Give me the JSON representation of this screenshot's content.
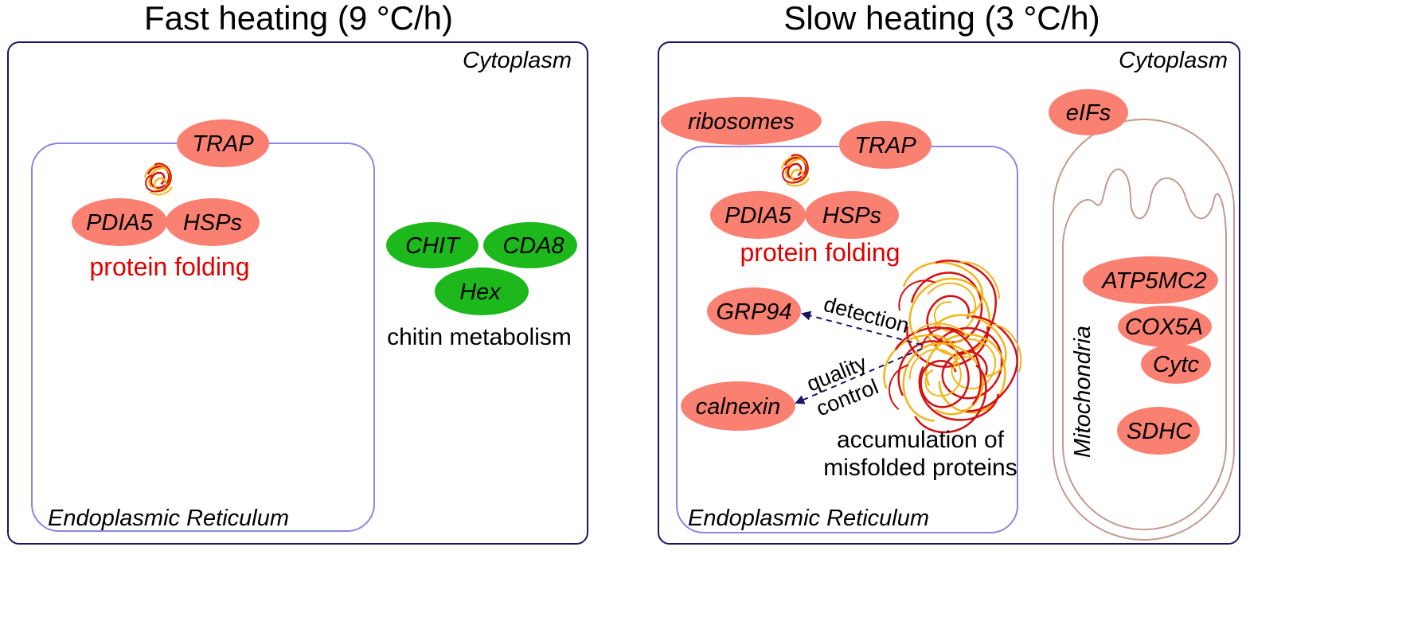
{
  "colors": {
    "protein": "#fa8072",
    "chitin": "#1cb81c",
    "cell_border": "#1b1464",
    "er_border": "#8a86e6",
    "mito_border": "#c49a8f",
    "accent_red": "#e00000",
    "strand_red": "#d41010",
    "strand_yellow": "#f2b51a",
    "arrow": "#1b1464"
  },
  "fast": {
    "title": "Fast heating (9 °C/h)",
    "cytoplasm": "Cytoplasm",
    "er": "Endoplasmic Reticulum",
    "proteins": {
      "trap": "TRAP",
      "pdia5": "PDIA5",
      "hsps": "HSPs"
    },
    "folding": "protein folding",
    "chitin": {
      "chit": "CHIT",
      "cda8": "CDA8",
      "hex": "Hex",
      "label": "chitin metabolism"
    }
  },
  "slow": {
    "title": "Slow heating (3 °C/h)",
    "cytoplasm": "Cytoplasm",
    "er": "Endoplasmic Reticulum",
    "mitochondria": "Mitochondria",
    "proteins": {
      "ribosomes": "ribosomes",
      "trap": "TRAP",
      "eifs": "eIFs",
      "pdia5": "PDIA5",
      "hsps": "HSPs",
      "grp94": "GRP94",
      "calnexin": "calnexin",
      "atp5mc2": "ATP5MC2",
      "cox5a": "COX5A",
      "cytc": "Cytc",
      "sdhc": "SDHC"
    },
    "folding": "protein folding",
    "arrows": {
      "detection": "detection",
      "quality": "quality",
      "control": "control"
    },
    "misfolded": {
      "line1": "accumulation of",
      "line2": "misfolded proteins"
    }
  }
}
